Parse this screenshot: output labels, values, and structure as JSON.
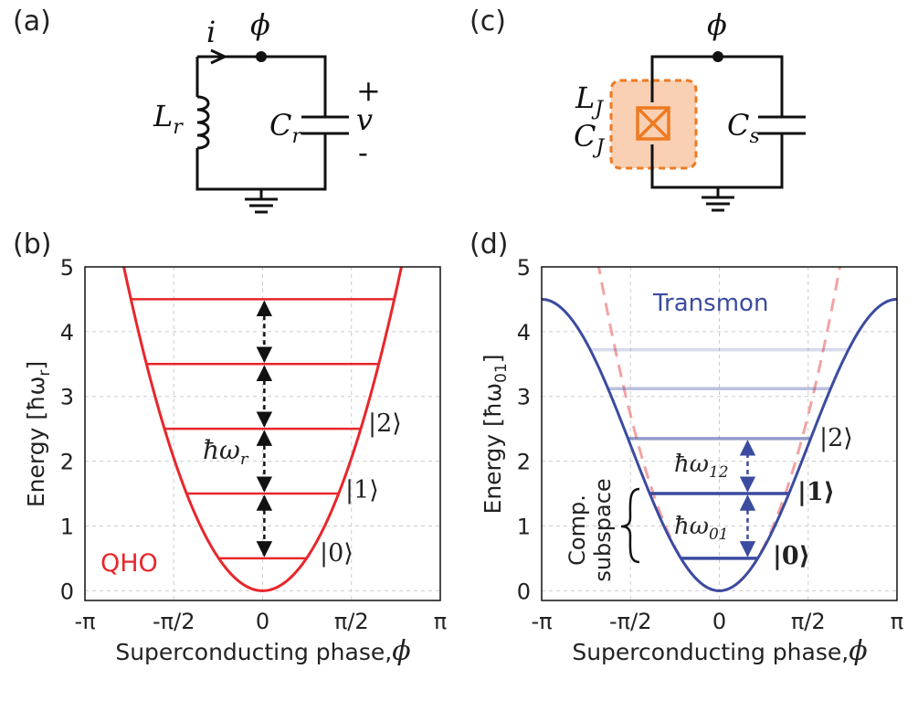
{
  "panels": {
    "a": {
      "label": "(a)",
      "current": "i",
      "node": "ϕ",
      "inductor": "L",
      "inductor_sub": "r",
      "capacitor": "C",
      "capacitor_sub": "r",
      "plus": "+",
      "voltage": "v",
      "minus": "-"
    },
    "c": {
      "label": "(c)",
      "node": "ϕ",
      "junction_L": "L",
      "junction_L_sub": "J",
      "junction_C": "C",
      "junction_C_sub": "J",
      "capacitor": "C",
      "capacitor_sub": "s"
    },
    "b": {
      "label": "(b)",
      "name": "QHO",
      "spacing_label": "ħω",
      "spacing_sub": "r",
      "kets": [
        "|0⟩",
        "|1⟩",
        "|2⟩"
      ]
    },
    "d": {
      "label": "(d)",
      "name": "Transmon",
      "spacing_01": "ħω",
      "spacing_01_sub": "01",
      "spacing_12": "ħω",
      "spacing_12_sub": "12",
      "kets": [
        "|0⟩",
        "|1⟩",
        "|2⟩"
      ],
      "subspace_line1": "Comp.",
      "subspace_line2": "subspace"
    }
  },
  "colors": {
    "qho": "#e8262b",
    "transmon": "#3b4ba0",
    "parabola_dashed": "#f2a3a3",
    "junction": "#ee7a22",
    "junction_fill": "#f9d0b3",
    "arrow": "#111111",
    "grid": "#cccccc",
    "ket_faded": "#999999"
  },
  "chart_data": [
    {
      "type": "line",
      "panel": "b",
      "xlabel": "Superconducting phase,",
      "xlabel_symbol": "ϕ",
      "ylabel": "Energy [ħω",
      "ylabel_sub": "r",
      "ylabel_end": "]",
      "xlim": [
        -3.14159,
        3.14159
      ],
      "ylim": [
        -0.15,
        5
      ],
      "xticks": [
        -3.14159,
        -1.5708,
        0,
        1.5708,
        3.14159
      ],
      "xtick_labels": [
        "-π",
        "-π/2",
        "0",
        "π/2",
        "π"
      ],
      "yticks": [
        0,
        1,
        2,
        3,
        4,
        5
      ],
      "ytick_labels": [
        "0",
        "1",
        "2",
        "3",
        "4",
        "5"
      ],
      "grid": true,
      "potential": {
        "form": "parabola",
        "curvature": 0.83
      },
      "levels": [
        0.5,
        1.5,
        2.5,
        3.5,
        4.5
      ],
      "spacing_arrow_x": 0.03
    },
    {
      "type": "line",
      "panel": "d",
      "xlabel": "Superconducting phase,",
      "xlabel_symbol": "ϕ",
      "ylabel": "Energy [ħω",
      "ylabel_sub": "01",
      "ylabel_end": "]",
      "xlim": [
        -3.14159,
        3.14159
      ],
      "ylim": [
        -0.15,
        5
      ],
      "xticks": [
        -3.14159,
        -1.5708,
        0,
        1.5708,
        3.14159
      ],
      "xtick_labels": [
        "-π",
        "-π/2",
        "0",
        "π/2",
        "π"
      ],
      "yticks": [
        0,
        1,
        2,
        3,
        4,
        5
      ],
      "ytick_labels": [
        "0",
        "1",
        "2",
        "3",
        "4",
        "5"
      ],
      "grid": true,
      "potential": {
        "form": "cosine",
        "amplitude": 4.5
      },
      "harmonic_reference": {
        "form": "parabola",
        "curvature": 1.1
      },
      "levels": [
        0.5,
        1.5,
        2.35,
        3.12,
        3.72
      ],
      "level_opacity": [
        1,
        1,
        0.55,
        0.35,
        0.2
      ],
      "spacing_arrow_x": 0.5
    }
  ]
}
